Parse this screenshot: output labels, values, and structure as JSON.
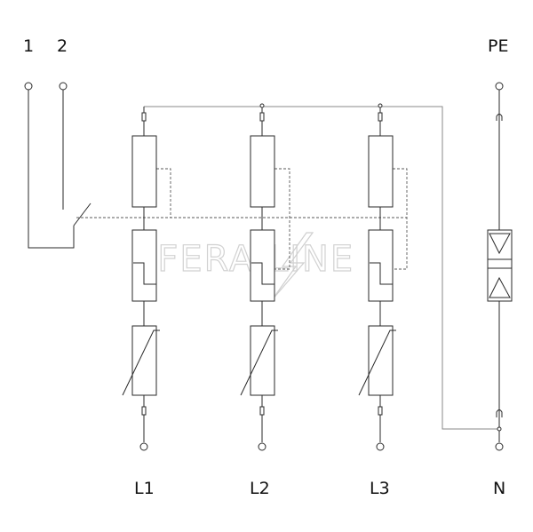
{
  "diagram": {
    "terminal_labels": {
      "t1": "1",
      "t2": "2",
      "pe": "PE",
      "l1": "L1",
      "l2": "L2",
      "l3": "L3",
      "n": "N"
    },
    "watermark": "SFERA LINE"
  }
}
